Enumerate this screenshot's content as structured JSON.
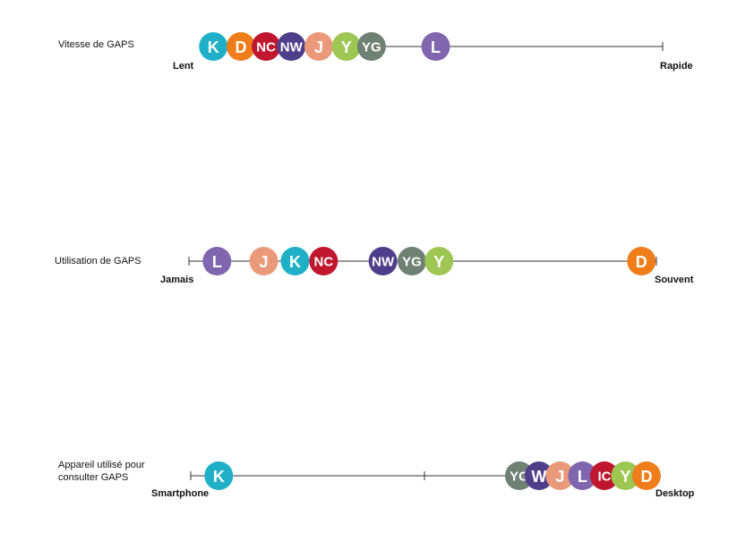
{
  "colors": {
    "K": "#1fb0c8",
    "D": "#ee7d1a",
    "NC": "#c0172e",
    "NW": "#4e3f8b",
    "J": "#ea9a7a",
    "Y": "#9ec652",
    "YG": "#6f8074",
    "L": "#7f66af",
    "line": "#333333"
  },
  "scales": [
    {
      "label": "Vitesse de GAPS",
      "left_label": "Lent",
      "right_label": "Rapide",
      "markers": [
        {
          "text": "K",
          "key": "K",
          "value": 0.02
        },
        {
          "text": "D",
          "key": "D",
          "value": 0.08
        },
        {
          "text": "NC",
          "key": "NC",
          "value": 0.135
        },
        {
          "text": "NW",
          "key": "NW",
          "value": 0.19
        },
        {
          "text": "J",
          "key": "J",
          "value": 0.25
        },
        {
          "text": "Y",
          "key": "Y",
          "value": 0.31
        },
        {
          "text": "YG",
          "key": "YG",
          "value": 0.365
        },
        {
          "text": "L",
          "key": "L",
          "value": 0.505
        }
      ],
      "ticks": [
        0.515,
        1.0
      ]
    },
    {
      "label": "Utilisation de GAPS",
      "left_label": "Jamais",
      "right_label": "Souvent",
      "markers": [
        {
          "text": "L",
          "key": "L",
          "value": 0.06
        },
        {
          "text": "J",
          "key": "J",
          "value": 0.16
        },
        {
          "text": "K",
          "key": "K",
          "value": 0.227
        },
        {
          "text": "NC",
          "key": "NC",
          "value": 0.288
        },
        {
          "text": "NW",
          "key": "NW",
          "value": 0.415
        },
        {
          "text": "YG",
          "key": "YG",
          "value": 0.477
        },
        {
          "text": "Y",
          "key": "Y",
          "value": 0.535
        },
        {
          "text": "D",
          "key": "D",
          "value": 0.968
        }
      ],
      "ticks": [
        0.0,
        1.0
      ]
    },
    {
      "label": "Appareil utilisé pour\nconsulter GAPS",
      "left_label": "Smartphone",
      "right_label": "Desktop",
      "markers": [
        {
          "text": "K",
          "key": "K",
          "value": 0.06
        },
        {
          "text": "YG",
          "key": "YG",
          "value": 0.703
        },
        {
          "text": "W",
          "key": "NW",
          "value": 0.745
        },
        {
          "text": "J",
          "key": "J",
          "value": 0.79
        },
        {
          "text": "L",
          "key": "L",
          "value": 0.838
        },
        {
          "text": "IC",
          "key": "NC",
          "value": 0.885
        },
        {
          "text": "Y",
          "key": "Y",
          "value": 0.93
        },
        {
          "text": "D",
          "key": "D",
          "value": 0.975
        }
      ],
      "ticks": [
        0.0,
        0.5,
        1.0
      ]
    }
  ]
}
